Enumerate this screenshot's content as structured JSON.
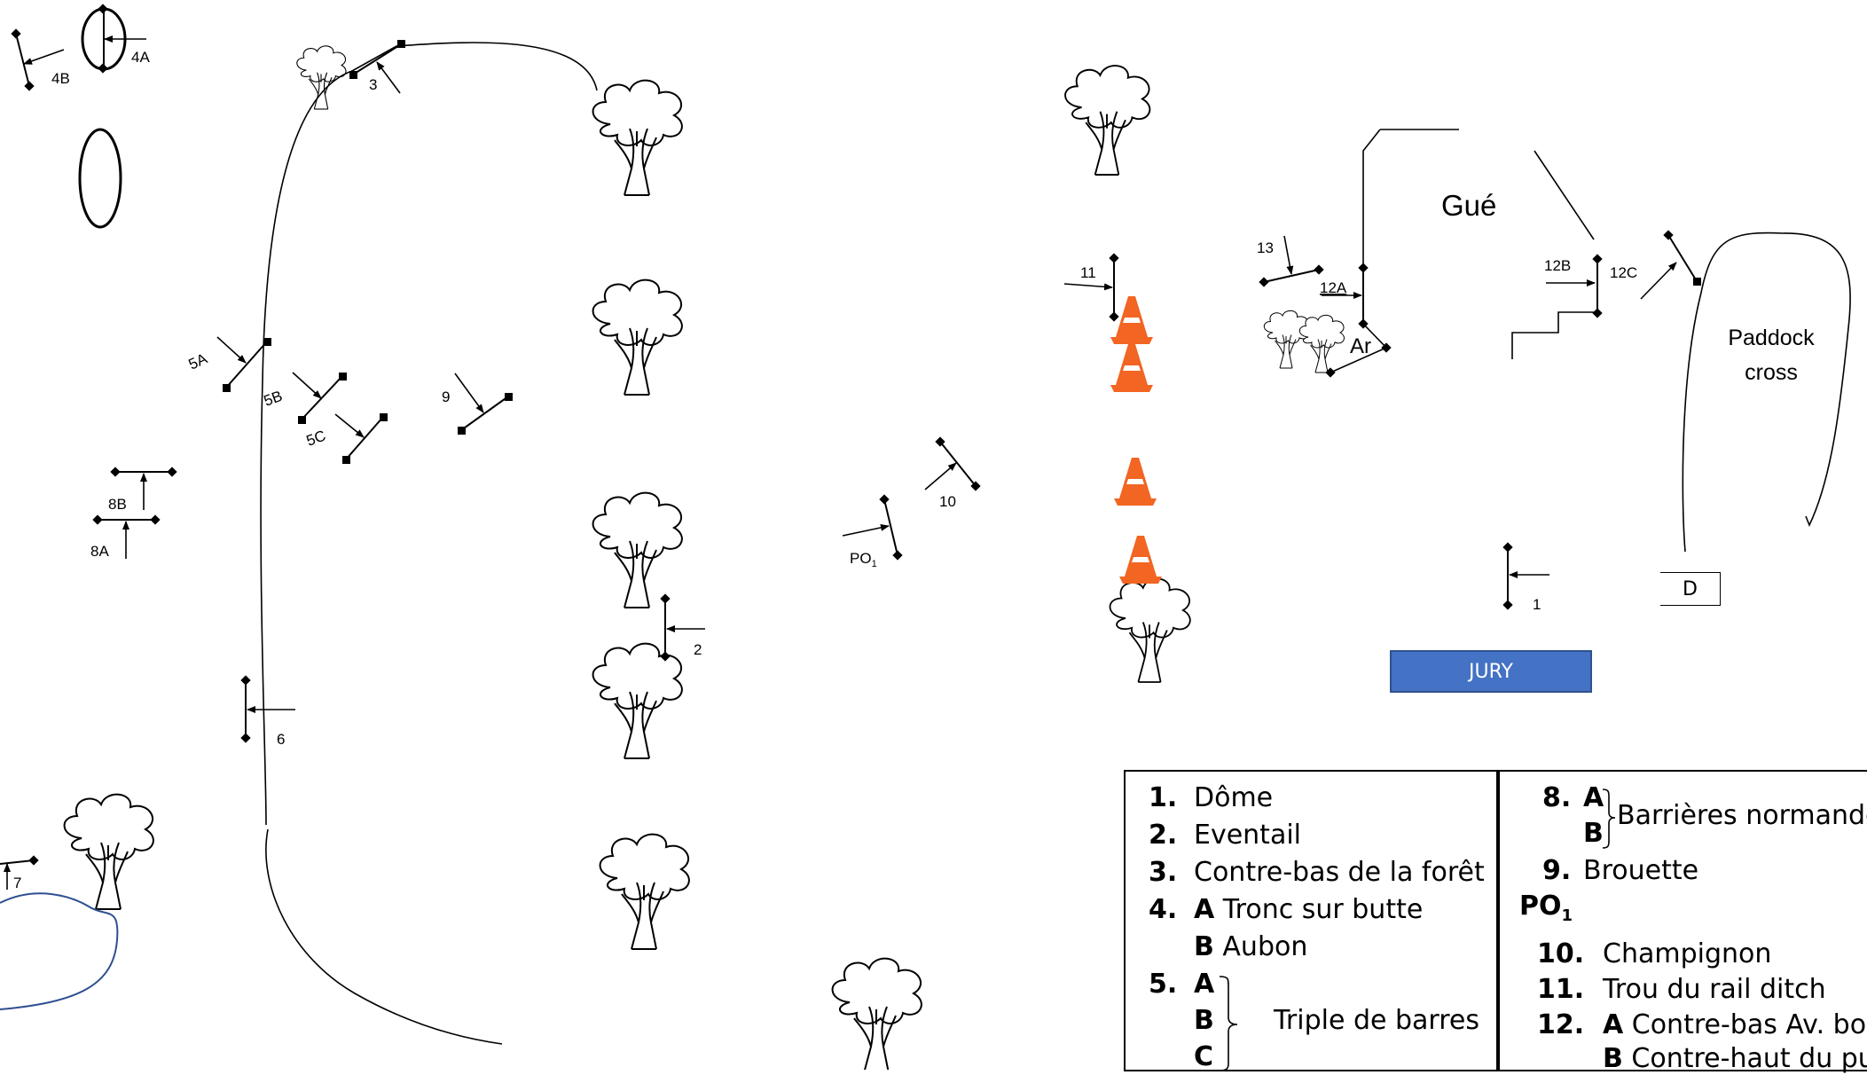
{
  "map_labels": {
    "l4A": "4A",
    "l4B": "4B",
    "l3": "3",
    "l5A": "5A",
    "l5B": "5B",
    "l5C": "5C",
    "l9": "9",
    "l8A": "8A",
    "l8B": "8B",
    "l6": "6",
    "l7": "7",
    "l2": "2",
    "l10": "10",
    "lPO": "PO",
    "lPOsub": "1",
    "l11": "11",
    "l13": "13",
    "l12A": "12A",
    "l12B": "12B",
    "l12C": "12C",
    "lAr": "Ar",
    "lGue": "Gué",
    "lPaddock1": "Paddock",
    "lPaddock2": "cross",
    "l1": "1",
    "lD": "D",
    "lJury": "JURY"
  },
  "legend_left": {
    "i1_num": "1.",
    "i1_text": "Dôme",
    "i2_num": "2.",
    "i2_text": "Eventail",
    "i3_num": "3.",
    "i3_text": "Contre-bas de la forêt",
    "i4_num": "4.",
    "i4_a": "A",
    "i4_a_text": " Tronc sur butte",
    "i4_b": "B",
    "i4_b_text": " Aubon",
    "i5_num": "5.",
    "i5_a": "A",
    "i5_b": "B",
    "i5_c": "C",
    "i5_text": "Triple de barres"
  },
  "legend_right": {
    "i8_num": "8.",
    "i8_a": "A",
    "i8_b": "B",
    "i8_text": "Barrières normandes",
    "i9_num": "9.",
    "i9_text": "Brouette",
    "po_main": "PO",
    "po_sub": "1",
    "i10_num": "10.",
    "i10_text": "Champignon",
    "i11_num": "11.",
    "i11_text": "Trou du rail ditch",
    "i12_num": "12.",
    "i12_a": "A",
    "i12_a_text": " Contre-bas Av. bois",
    "i12_b": "B",
    "i12_b_text": " Contre-haut du puit"
  },
  "colors": {
    "jury": "#4472c4",
    "cone": "#f26522",
    "water": "#2f4f8f"
  }
}
